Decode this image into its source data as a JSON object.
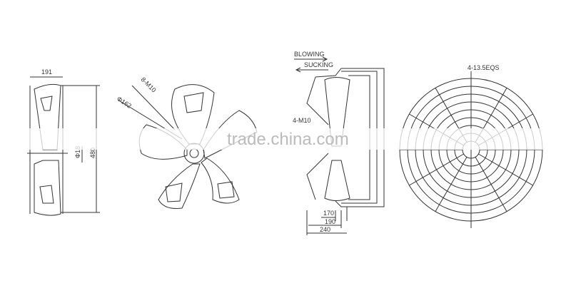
{
  "side_view": {
    "width_label": "191",
    "hub_label": "Φ18",
    "height_label": "480"
  },
  "impeller_view": {
    "diameter_label": "Φ162",
    "bolt_label": "8-M10"
  },
  "section_view": {
    "blowing_label": "BLOWING",
    "sucking_label": "SUCKING",
    "bolt_label": "4-M10",
    "dim1": "170",
    "dim2": "190",
    "dim3": "240"
  },
  "guard_view": {
    "holes_label": "4-13.5EQS"
  },
  "watermark": "trade.china.com"
}
